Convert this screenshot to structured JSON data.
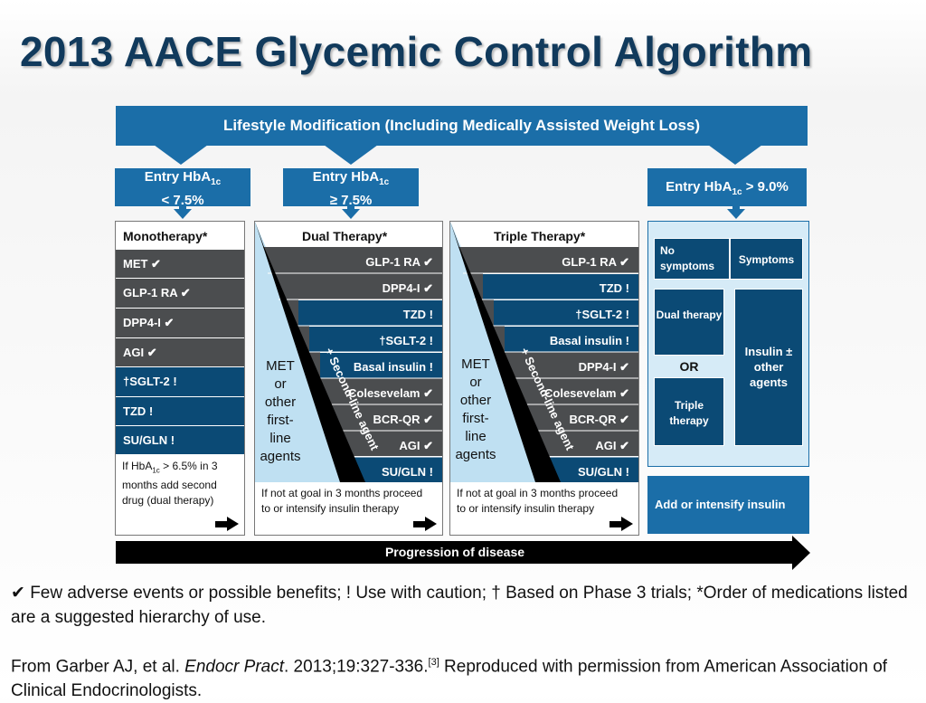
{
  "title": "2013 AACE Glycemic Control Algorithm",
  "banner": "Lifestyle Modification (Including Medically Assisted Weight Loss)",
  "entries": {
    "mono": {
      "pre": "Entry HbA",
      "sub": "1c",
      "post": "< 7.5%"
    },
    "dual": {
      "pre": "Entry HbA",
      "sub": "1c",
      "post": "≥ 7.5%"
    },
    "insulin": {
      "pre": "Entry HbA",
      "sub": "1c",
      "post": " > 9.0%"
    }
  },
  "mono": {
    "heading": "Monotherapy*",
    "rows": [
      "MET ✔",
      "GLP-1 RA ✔",
      "DPP4-I ✔",
      "AGI ✔",
      "†SGLT-2 !",
      "TZD !",
      "SU/GLN !"
    ],
    "note_pre": "If HbA",
    "note_sub": "1c",
    "note_post": " > 6.5% in 3 months add second drug (dual therapy)"
  },
  "dual": {
    "heading": "Dual Therapy*",
    "rows": [
      "GLP-1 RA ✔",
      "DPP4-I ✔",
      "TZD !",
      "†SGLT-2 !",
      "Basal insulin !",
      "Colesevelam ✔",
      "BCR-QR ✔",
      "AGI ✔",
      "SU/GLN !"
    ],
    "met": [
      "MET",
      "or",
      "other",
      "first-",
      "line",
      "agents"
    ],
    "agent": "+ Second-line agent",
    "note": "If not at goal in 3 months proceed to or intensify insulin therapy"
  },
  "triple": {
    "heading": "Triple Therapy*",
    "rows": [
      "GLP-1 RA ✔",
      "TZD !",
      "†SGLT-2 !",
      "Basal insulin !",
      "DPP4-I ✔",
      "Colesevelam ✔",
      "BCR-QR ✔",
      "AGI ✔",
      "SU/GLN !"
    ],
    "met": [
      "MET",
      "or",
      "other",
      "first-",
      "line",
      "agents"
    ],
    "agent": "+ Second-line agent",
    "note": "If not at goal in 3 months proceed to or intensify insulin therapy"
  },
  "insulin": {
    "no_symptoms": "No symptoms",
    "symptoms": "Symptoms",
    "dual": "Dual therapy",
    "or": "OR",
    "triple": "Triple therapy",
    "insulin_agents": "Insulin ± other agents",
    "add_intensify": "Add or intensify insulin"
  },
  "progression": "Progression of disease",
  "legend": "✔ Few adverse events or possible benefits; ! Use with caution; † Based on Phase 3 trials; *Order of medications listed are a suggested hierarchy of use.",
  "citation": {
    "pre": "From Garber AJ, et al. ",
    "journal": "Endocr Pract",
    "post": ". 2013;19:327-336.",
    "ref": "[3]",
    "tail": " Reproduced with permission from American Association of Clinical Endocrinologists."
  },
  "colors": {
    "primary_blue": "#1b6ea8",
    "dark_blue": "#0b4a75",
    "grey": "#4b4d4f",
    "light_blue": "#bfe0f2"
  }
}
